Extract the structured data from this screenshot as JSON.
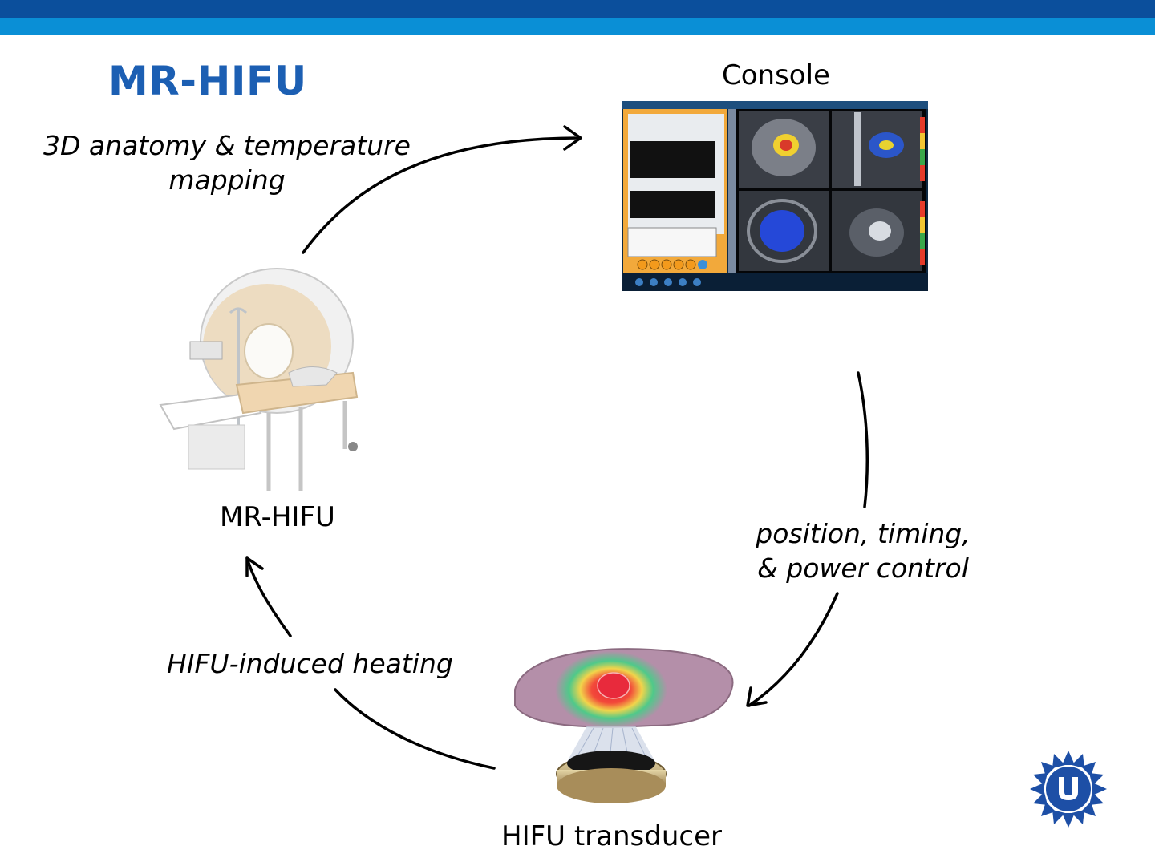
{
  "title": "MR-HIFU",
  "nodes": {
    "console": "Console",
    "scanner": "MR-HIFU",
    "transducer": "HIFU transducer"
  },
  "edges": {
    "scanner_to_console": [
      "3D anatomy & temperature",
      "mapping"
    ],
    "console_to_transducer": [
      "position, timing,",
      "& power control"
    ],
    "transducer_to_scanner": "HIFU-induced heating"
  },
  "colors": {
    "header_dark": "#0b4f9c",
    "header_light": "#0a8fd6",
    "title": "#1c5fb3",
    "logo": "#1d4fa6"
  },
  "icons": {
    "console": "console-screenshot-icon",
    "scanner": "mri-scanner-icon",
    "transducer": "hifu-transducer-icon",
    "logo": "university-sun-logo"
  }
}
